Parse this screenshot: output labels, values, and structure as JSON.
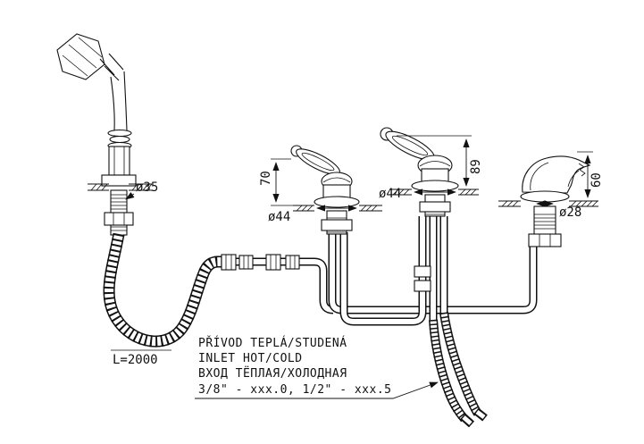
{
  "drawing": {
    "dimensions": {
      "shower_flange": "ø35",
      "valve1_height": "70",
      "valve1_flange": "ø44",
      "valve2_height": "89",
      "valve2_flange": "ø44",
      "spout_height": "60",
      "spout_flange": "ø28",
      "hose_length": "L=2000"
    },
    "notes": {
      "line1": "PŘÍVOD TEPLÁ/STUDENÁ",
      "line2": "INLET HOT/COLD",
      "line3": "ВХОД ТЁПЛАЯ/ХОЛОДНАЯ",
      "line4": "3/8\" - xxx.0, 1/2\" - xxx.5"
    }
  }
}
